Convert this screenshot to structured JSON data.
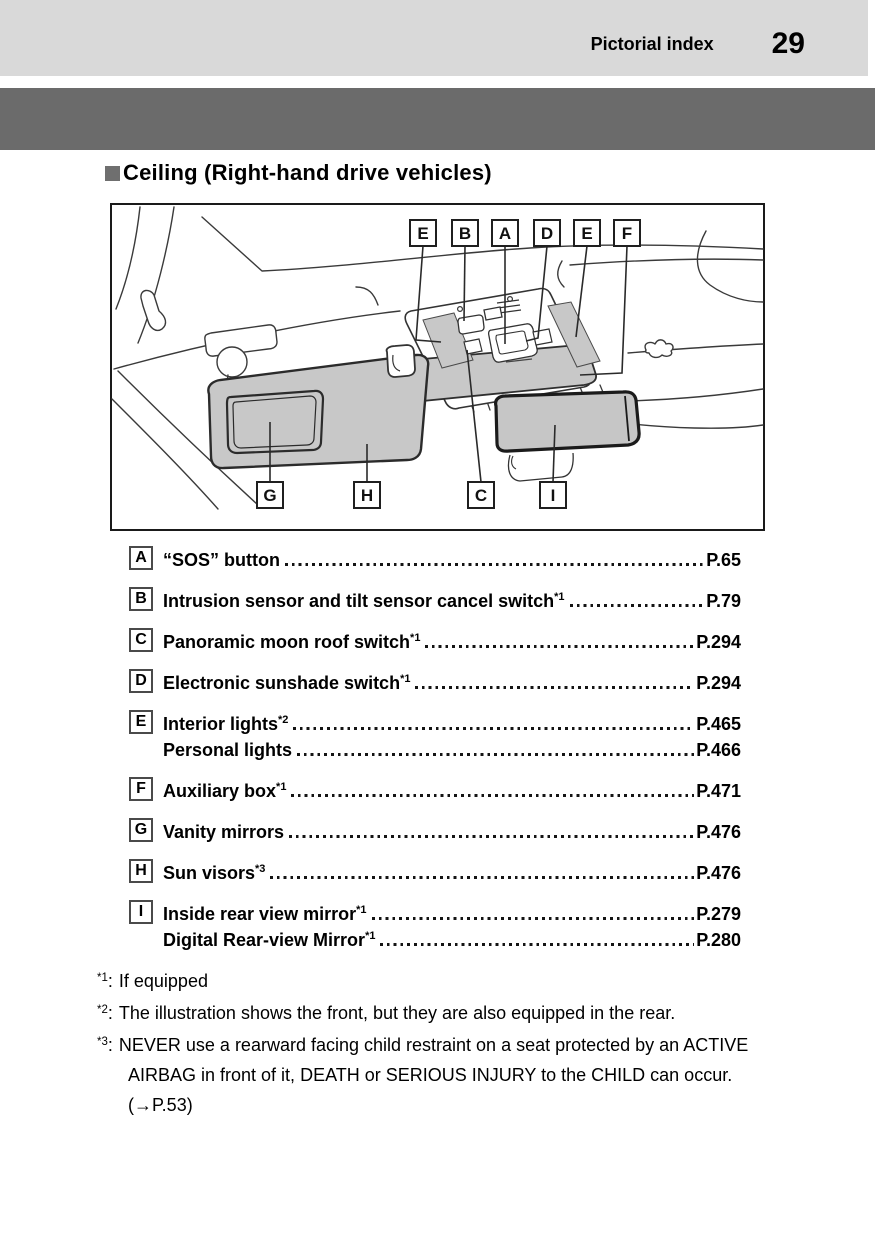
{
  "header": {
    "section_title": "Pictorial index",
    "page_number": "29"
  },
  "section": {
    "title": "Ceiling (Right-hand drive vehicles)"
  },
  "diagram": {
    "top_labels": [
      "E",
      "B",
      "A",
      "D",
      "E",
      "F"
    ],
    "bottom_labels": [
      "G",
      "H",
      "C",
      "I"
    ]
  },
  "index": {
    "items": [
      {
        "key": "A",
        "entries": [
          {
            "label": "“SOS” button",
            "sup": "",
            "page": "P.65"
          }
        ]
      },
      {
        "key": "B",
        "entries": [
          {
            "label": "Intrusion sensor and tilt sensor cancel switch",
            "sup": "*1",
            "page": "P.79"
          }
        ]
      },
      {
        "key": "C",
        "entries": [
          {
            "label": "Panoramic moon roof switch",
            "sup": "*1",
            "page": "P.294"
          }
        ]
      },
      {
        "key": "D",
        "entries": [
          {
            "label": "Electronic sunshade switch",
            "sup": "*1",
            "page": "P.294"
          }
        ]
      },
      {
        "key": "E",
        "entries": [
          {
            "label": "Interior lights",
            "sup": "*2",
            "page": "P.465"
          },
          {
            "label": "Personal lights",
            "sup": "",
            "page": "P.466"
          }
        ]
      },
      {
        "key": "F",
        "entries": [
          {
            "label": "Auxiliary box",
            "sup": "*1",
            "page": "P.471"
          }
        ]
      },
      {
        "key": "G",
        "entries": [
          {
            "label": "Vanity mirrors",
            "sup": "",
            "page": "P.476"
          }
        ]
      },
      {
        "key": "H",
        "entries": [
          {
            "label": "Sun visors",
            "sup": "*3",
            "page": "P.476"
          }
        ]
      },
      {
        "key": "I",
        "entries": [
          {
            "label": "Inside rear view mirror",
            "sup": "*1",
            "page": "P.279"
          },
          {
            "label": "Digital Rear-view Mirror",
            "sup": "*1",
            "page": "P.280"
          }
        ]
      }
    ]
  },
  "footnotes": [
    {
      "sup": "*1",
      "colon": ":",
      "text": "If equipped"
    },
    {
      "sup": "*2",
      "colon": ":",
      "text": "The illustration shows the front, but they are also equipped in the rear."
    },
    {
      "sup": "*3",
      "colon": ":",
      "text": "NEVER use a rearward facing child restraint on a seat protected by an ACTIVE AIRBAG in front of it, DEATH or SERIOUS INJURY to the CHILD can occur.",
      "ref": "(→P.53)"
    }
  ],
  "colors": {
    "page_bg": "#ffffff",
    "header_band": "#d9d9d9",
    "chapter_band": "#6b6b6b",
    "section_marker": "#6f6f6f",
    "line_art": "#3a3a3a",
    "gray_fill": "#c8c8c8"
  }
}
